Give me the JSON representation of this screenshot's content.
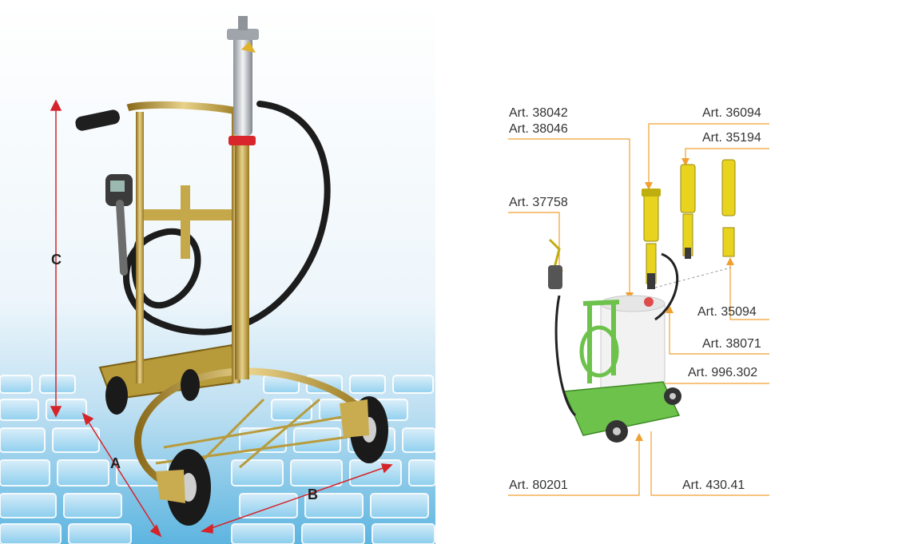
{
  "photo": {
    "dimensions": {
      "a": "A",
      "b": "B",
      "c": "C"
    },
    "colors": {
      "arrow": "#d4242a",
      "floor_tile": "#6fc3e8",
      "frame": "#c9a227"
    }
  },
  "diagram": {
    "labels": {
      "art_38042": "Art. 38042",
      "art_38046": "Art. 38046",
      "art_36094": "Art. 36094",
      "art_35194": "Art. 35194",
      "art_37758": "Art. 37758",
      "art_35094": "Art. 35094",
      "art_38071": "Art. 38071",
      "art_996302": "Art. 996.302",
      "art_80201": "Art. 80201",
      "art_43041": "Art. 430.41"
    },
    "colors": {
      "leader": "#f0a030",
      "pump": "#e8d31f",
      "trolley": "#6cc24a"
    }
  }
}
